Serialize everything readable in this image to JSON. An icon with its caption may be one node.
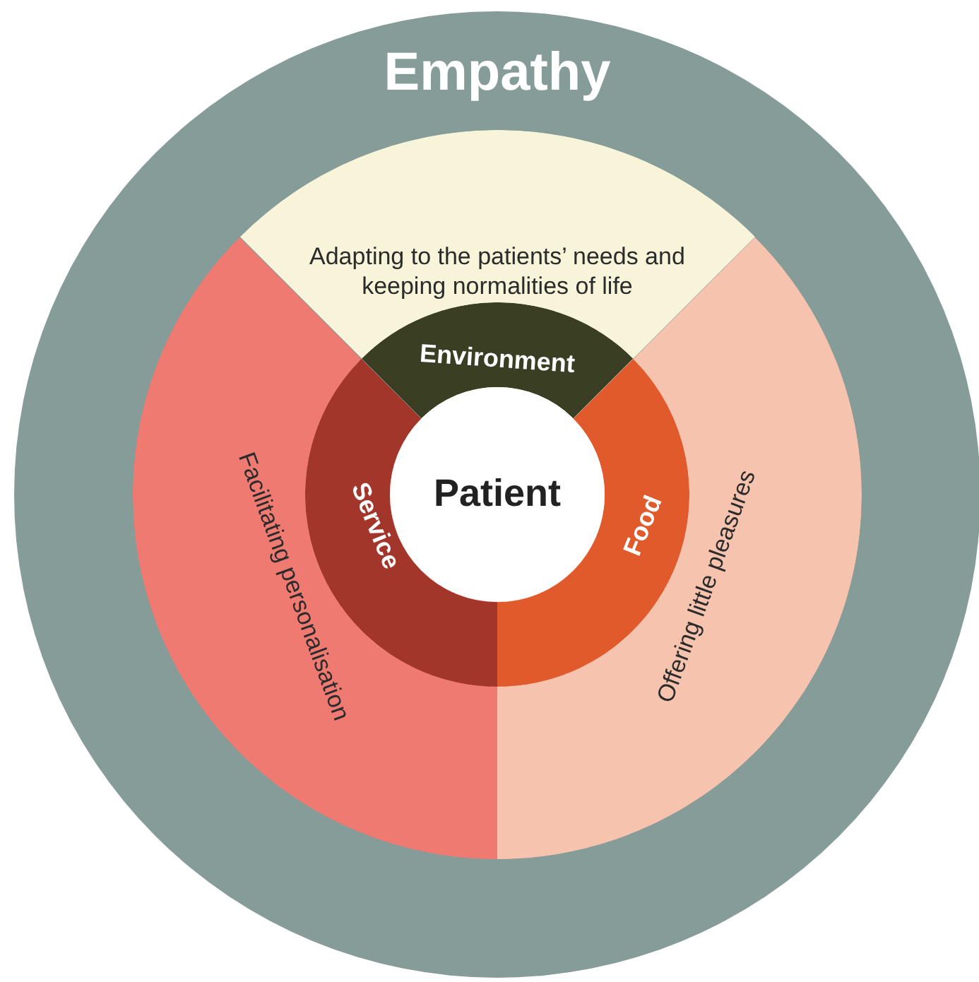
{
  "diagram": {
    "nodes": [
      {
        "text": [
          "Empathy"
        ]
      },
      {
        "text": [
          "Adapting to the patients’ needs and keeping normalities of life"
        ],
        "in": 0
      },
      {
        "text": [
          "Facilitating personalisation"
        ],
        "in": 0
      },
      {
        "text": [
          "Offering little pleasures"
        ],
        "in": 0
      },
      {
        "text": [
          "Environment"
        ],
        "in": 1
      },
      {
        "text": [
          "Service"
        ],
        "in": 2
      },
      {
        "text": [
          "Food"
        ],
        "in": 3
      },
      {
        "text": [
          "Patient"
        ],
        "in": 0
      }
    ]
  }
}
